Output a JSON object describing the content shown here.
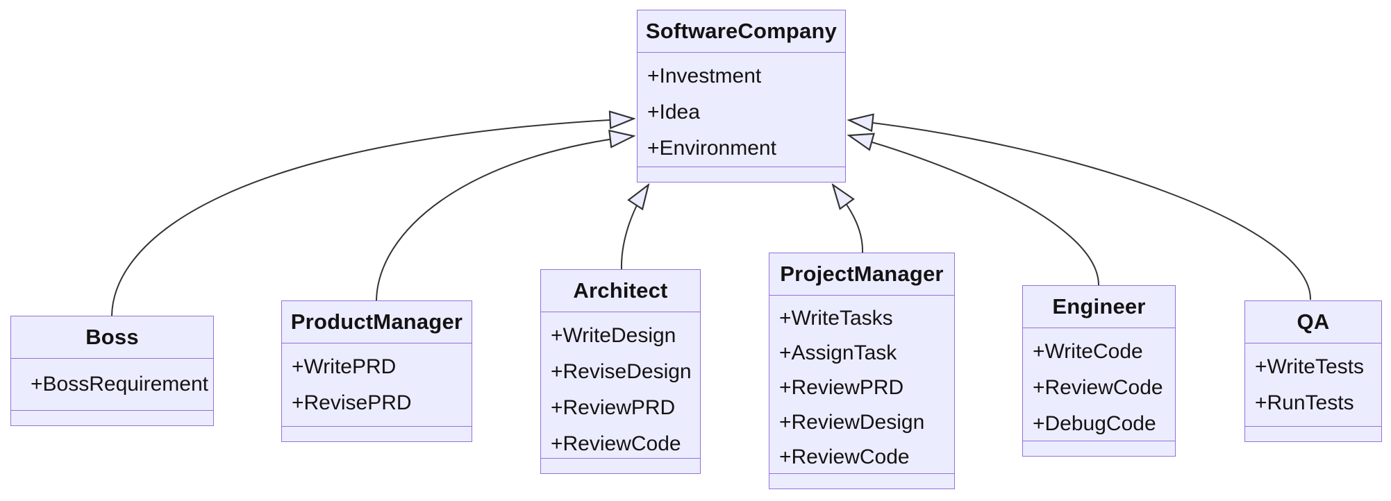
{
  "diagram": {
    "kind": "uml-class-diagram",
    "classes": [
      {
        "name": "SoftwareCompany",
        "members": [
          "+Investment",
          "+Idea",
          "+Environment"
        ]
      },
      {
        "name": "Boss",
        "members": [
          "+BossRequirement"
        ]
      },
      {
        "name": "ProductManager",
        "members": [
          "+WritePRD",
          "+RevisePRD"
        ]
      },
      {
        "name": "Architect",
        "members": [
          "+WriteDesign",
          "+ReviseDesign",
          "+ReviewPRD",
          "+ReviewCode"
        ]
      },
      {
        "name": "ProjectManager",
        "members": [
          "+WriteTasks",
          "+AssignTask",
          "+ReviewPRD",
          "+ReviewDesign",
          "+ReviewCode"
        ]
      },
      {
        "name": "Engineer",
        "members": [
          "+WriteCode",
          "+ReviewCode",
          "+DebugCode"
        ]
      },
      {
        "name": "QA",
        "members": [
          "+WriteTests",
          "+RunTests"
        ]
      }
    ],
    "relations": [
      {
        "from": "Boss",
        "to": "SoftwareCompany",
        "type": "inheritance"
      },
      {
        "from": "ProductManager",
        "to": "SoftwareCompany",
        "type": "inheritance"
      },
      {
        "from": "Architect",
        "to": "SoftwareCompany",
        "type": "inheritance"
      },
      {
        "from": "ProjectManager",
        "to": "SoftwareCompany",
        "type": "inheritance"
      },
      {
        "from": "Engineer",
        "to": "SoftwareCompany",
        "type": "inheritance"
      },
      {
        "from": "QA",
        "to": "SoftwareCompany",
        "type": "inheritance"
      }
    ],
    "colors": {
      "node_fill": "#ECECFF",
      "node_border": "#9370DB",
      "edge": "#333333",
      "text": "#131313",
      "background": "#FFFFFF"
    }
  }
}
